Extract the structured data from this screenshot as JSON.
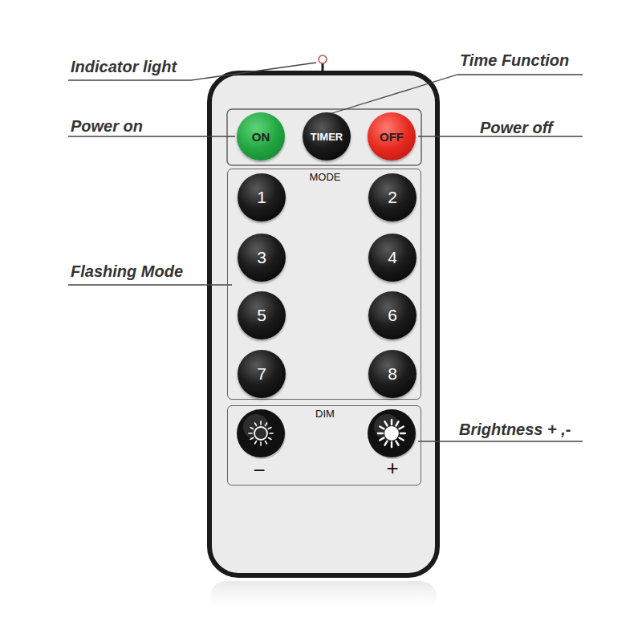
{
  "diagram": {
    "nodes": [
      {
        "text": [
          "ON"
        ]
      },
      {
        "text": [
          "TIMER"
        ]
      },
      {
        "text": [
          "OFF"
        ]
      },
      {
        "text": [
          "MODE"
        ]
      },
      {
        "text": [
          "1"
        ],
        "in": 3
      },
      {
        "text": [
          "2"
        ],
        "in": 3
      },
      {
        "text": [
          "3"
        ],
        "in": 3
      },
      {
        "text": [
          "4"
        ],
        "in": 3
      },
      {
        "text": [
          "5"
        ],
        "in": 3
      },
      {
        "text": [
          "6"
        ],
        "in": 3
      },
      {
        "text": [
          "7"
        ],
        "in": 3
      },
      {
        "text": [
          "8"
        ],
        "in": 3
      },
      {
        "text": [
          "DIM",
          "−",
          "+"
        ]
      }
    ],
    "labels": [
      "Indicator light",
      "Time Function",
      "Power on",
      "Power off",
      "Flashing Mode",
      "Brightness + ,-"
    ]
  }
}
